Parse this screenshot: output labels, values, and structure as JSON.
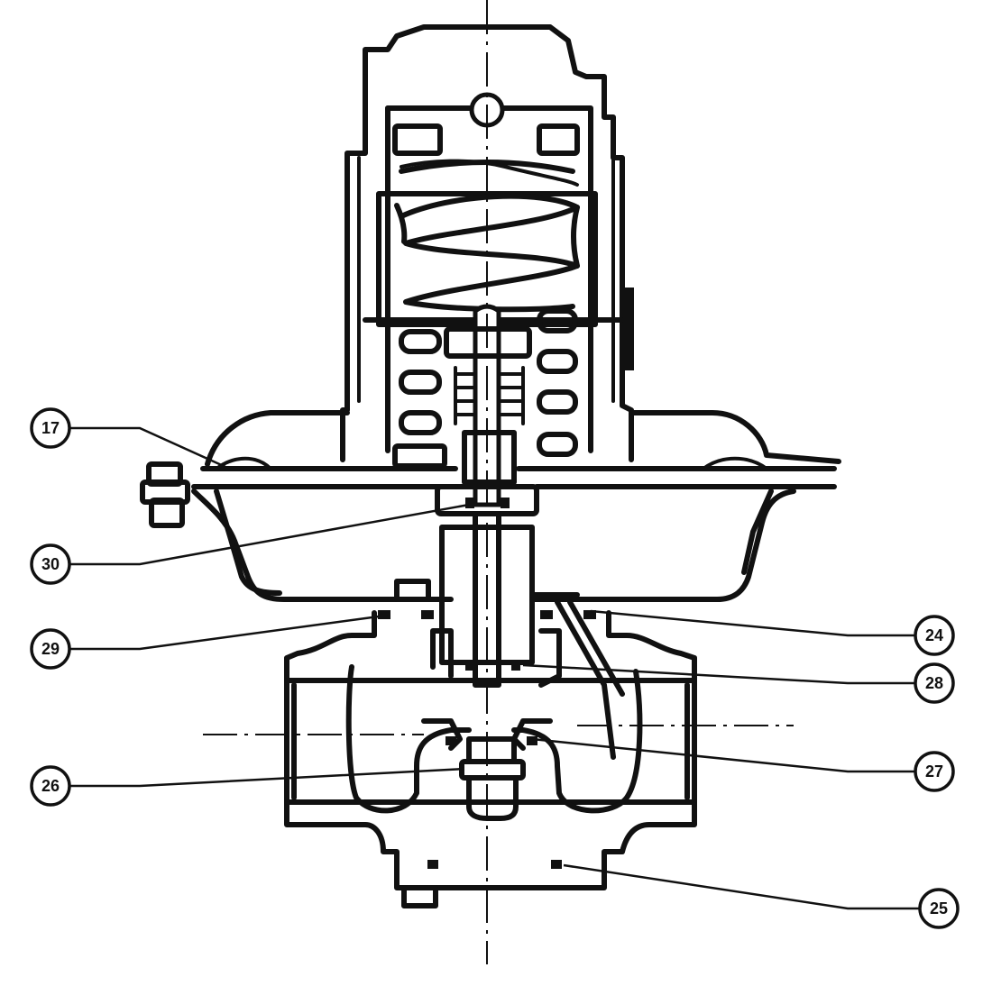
{
  "diagram": {
    "callouts": [
      {
        "id": "17",
        "label": "17"
      },
      {
        "id": "30",
        "label": "30"
      },
      {
        "id": "29",
        "label": "29"
      },
      {
        "id": "26",
        "label": "26"
      },
      {
        "id": "24",
        "label": "24"
      },
      {
        "id": "28",
        "label": "28"
      },
      {
        "id": "27",
        "label": "27"
      },
      {
        "id": "25",
        "label": "25"
      }
    ]
  }
}
